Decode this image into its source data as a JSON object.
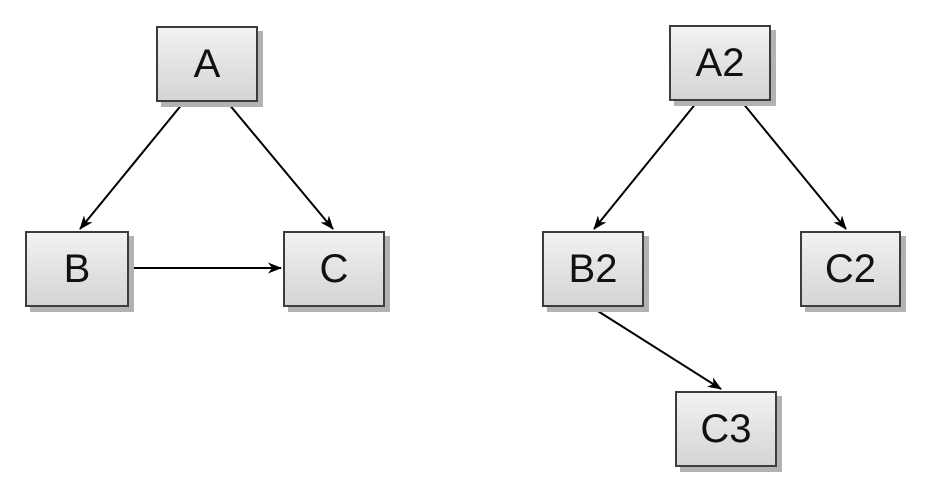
{
  "diagram": {
    "nodes": [
      {
        "id": "A",
        "label": "A"
      },
      {
        "id": "B",
        "label": "B"
      },
      {
        "id": "C",
        "label": "C"
      },
      {
        "id": "A2",
        "label": "A2"
      },
      {
        "id": "B2",
        "label": "B2"
      },
      {
        "id": "C2",
        "label": "C2"
      },
      {
        "id": "C3",
        "label": "C3"
      }
    ],
    "edges": [
      {
        "from": "A",
        "to": "B"
      },
      {
        "from": "A",
        "to": "C"
      },
      {
        "from": "B",
        "to": "C"
      },
      {
        "from": "A2",
        "to": "B2"
      },
      {
        "from": "A2",
        "to": "C2"
      },
      {
        "from": "B2",
        "to": "C3"
      }
    ],
    "style": {
      "background": "#ffffff",
      "node_fill_top": "#f2f2f2",
      "node_fill_bottom": "#d5d5d5",
      "node_border": "#3c3c3c",
      "node_shadow": "#b2b2b2",
      "edge_color": "#000000",
      "label_color": "#111111"
    }
  }
}
